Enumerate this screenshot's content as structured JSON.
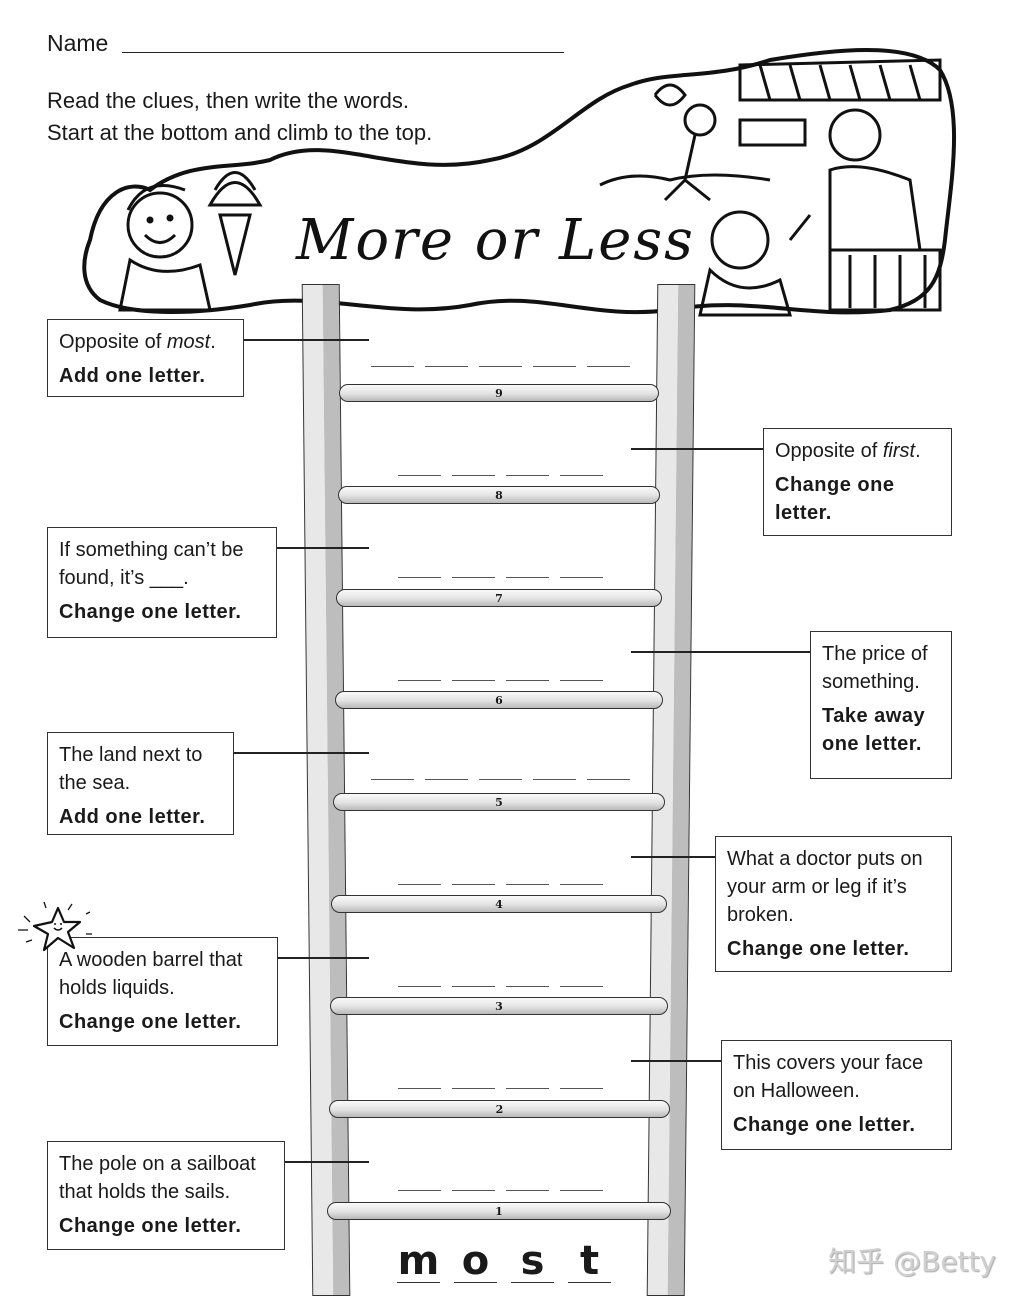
{
  "header": {
    "name_label": "Name",
    "instructions": [
      "Read the clues, then write the words.",
      "Start at the bottom and climb to the top."
    ],
    "title": "More or Less"
  },
  "ladder": {
    "start_word": [
      "m",
      "o",
      "s",
      "t"
    ],
    "rungs": [
      {
        "number": "9",
        "blanks": 5
      },
      {
        "number": "8",
        "blanks": 4
      },
      {
        "number": "7",
        "blanks": 4
      },
      {
        "number": "6",
        "blanks": 4
      },
      {
        "number": "5",
        "blanks": 5
      },
      {
        "number": "4",
        "blanks": 4
      },
      {
        "number": "3",
        "blanks": 4
      },
      {
        "number": "2",
        "blanks": 4
      },
      {
        "number": "1",
        "blanks": 4
      }
    ]
  },
  "clues": {
    "c9": {
      "hint_pre": "Opposite of ",
      "hint_em": "most",
      "hint_post": ".",
      "rule": "Add one letter."
    },
    "c8": {
      "hint_pre": "Opposite of ",
      "hint_em": "first",
      "hint_post": ".",
      "rule": "Change one letter."
    },
    "c7": {
      "hint": "If something can’t be found, it’s ___.",
      "rule": "Change one letter."
    },
    "c6": {
      "hint": "The price of something.",
      "rule": "Take away one letter."
    },
    "c5": {
      "hint": "The land next to the sea.",
      "rule": "Add one letter."
    },
    "c4": {
      "hint": "What a doctor puts on your arm or leg if it’s broken.",
      "rule": "Change one letter."
    },
    "c3": {
      "hint": "A wooden barrel that holds liquids.",
      "rule": "Change one letter."
    },
    "c2": {
      "hint": "This covers your face on Halloween.",
      "rule": "Change one letter."
    },
    "c1": {
      "hint": "The pole on a sailboat that holds the sails.",
      "rule": "Change one letter."
    }
  },
  "watermark": "知乎 @Betty"
}
